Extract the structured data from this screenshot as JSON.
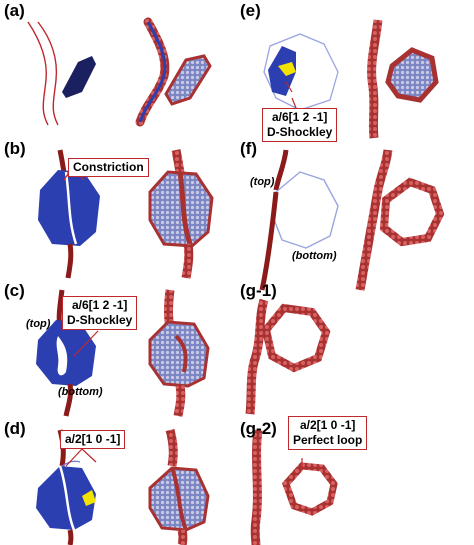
{
  "panels": {
    "a": {
      "label": "(a)"
    },
    "b": {
      "label": "(b)",
      "callout": "Constriction"
    },
    "c": {
      "label": "(c)",
      "callout_line1": "a/6[1 2 -1]",
      "callout_line2": "D-Shockley",
      "top_tag": "(top)",
      "bottom_tag": "(bottom)"
    },
    "d": {
      "label": "(d)",
      "callout": "a/2[1 0 -1]"
    },
    "e": {
      "label": "(e)",
      "callout_line1": "a/6[1 2 -1]",
      "callout_line2": "D-Shockley"
    },
    "f": {
      "label": "(f)",
      "top_tag": "(top)",
      "bottom_tag": "(bottom)"
    },
    "g1": {
      "label": "(g-1)"
    },
    "g2": {
      "label": "(g-2)",
      "callout_line1": "a/2[1 0 -1]",
      "callout_line2": "Perfect loop"
    }
  },
  "colors": {
    "dislocation_red": "#8b1a1a",
    "atom_red": "#b23a3a",
    "loop_blue": "#2b3fb0",
    "dark_navy": "#1a2060",
    "callout_border": "#c0282d",
    "shockley_marker": "#f2e400"
  }
}
